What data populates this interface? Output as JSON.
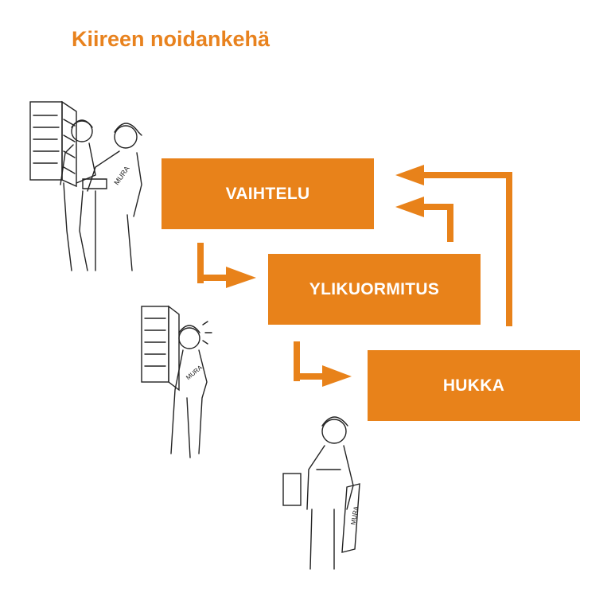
{
  "title": "Kiireen noidankehä",
  "boxes": [
    {
      "label": "VAIHTELU"
    },
    {
      "label": "YLIKUORMITUS"
    },
    {
      "label": "HUKKA"
    }
  ],
  "sketch_lettering": "MURA",
  "colors": {
    "accent": "#E8821A",
    "ink": "#222222"
  }
}
